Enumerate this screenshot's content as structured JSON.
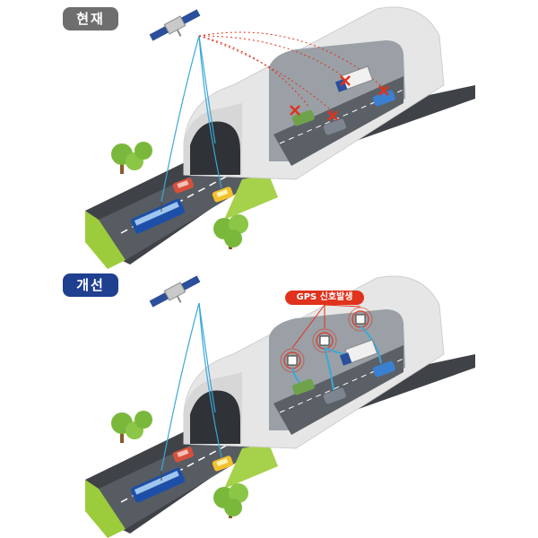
{
  "panels": {
    "current": {
      "tag": "현재"
    },
    "improved": {
      "tag": "개선",
      "callout": "GPS 신호발생"
    }
  },
  "colors": {
    "current_tag": "#6e6e6e",
    "improved_tag": "#1f3f8f",
    "signal_failure": "#e0321c",
    "satellite_link": "#3aa8d8",
    "tunnel": "#e2e2e2",
    "road": "#555a60",
    "grass": "#9ccc3b"
  },
  "icons": [
    "satellite-icon",
    "tunnel",
    "bus-icon",
    "car-icon",
    "truck-icon",
    "tree-icon",
    "gps-repeater-icon",
    "x-mark-icon"
  ]
}
